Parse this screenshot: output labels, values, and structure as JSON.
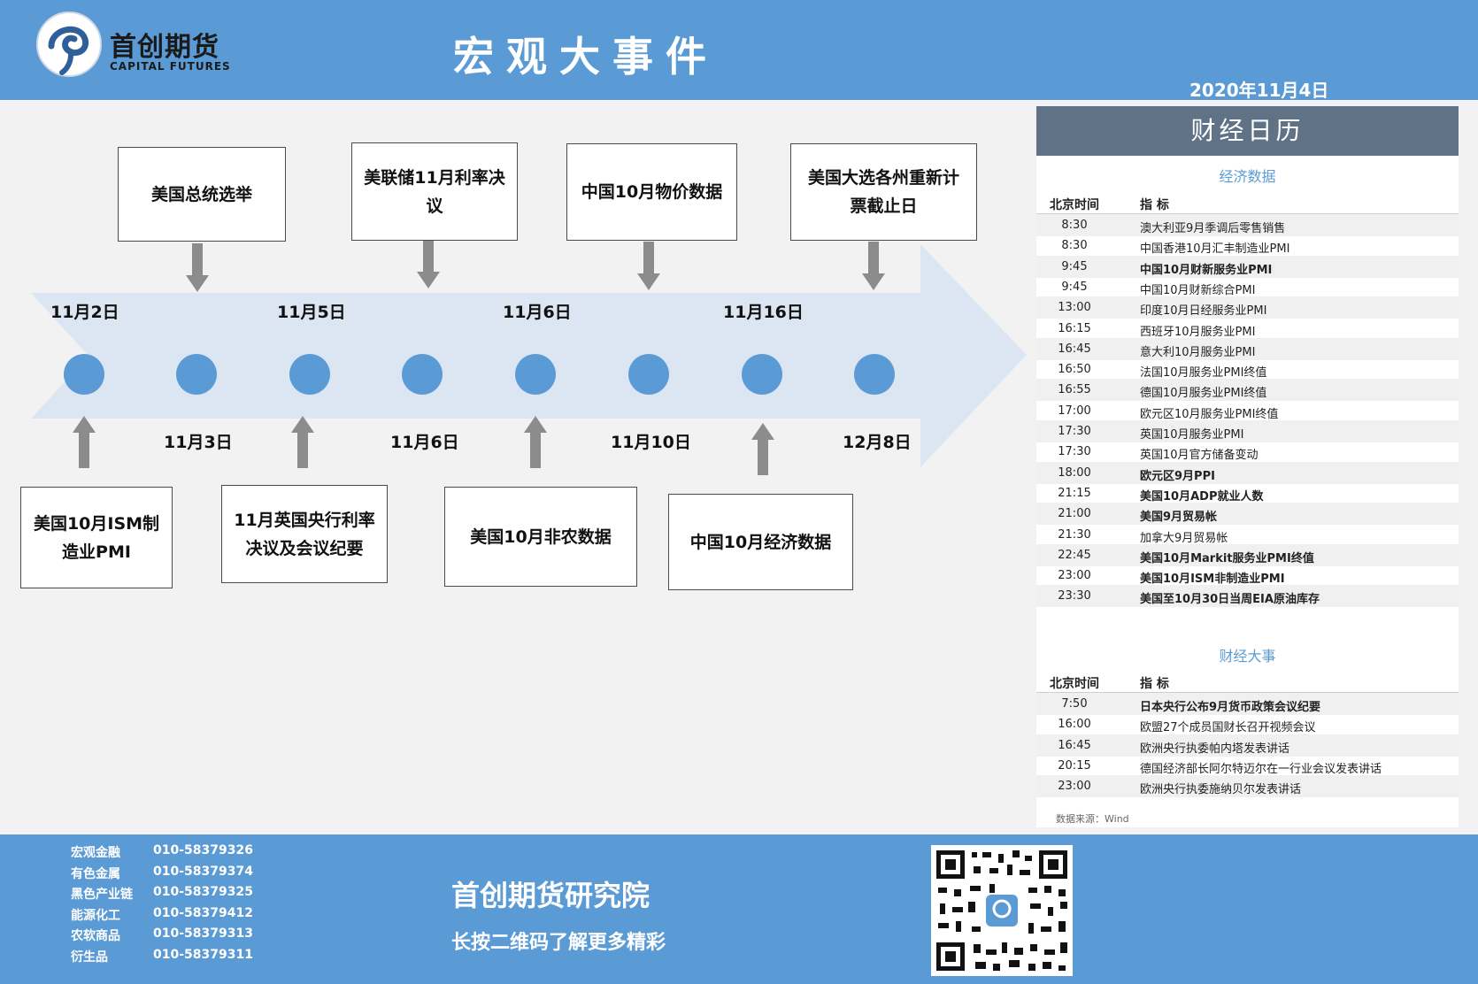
{
  "header": {
    "logo_cn": "首创期货",
    "logo_en": "CAPITAL FUTURES",
    "title": "宏观大事件",
    "date": "2020年11月4日"
  },
  "timeline": {
    "top_events": [
      {
        "label": "美国总统选举"
      },
      {
        "label": "美联储11月利率决议"
      },
      {
        "label": "中国10月物价数据"
      },
      {
        "label": "美国大选各州重新计票截止日"
      }
    ],
    "bottom_events": [
      {
        "label": "美国10月ISM制造业PMI"
      },
      {
        "label": "11月英国央行利率决议及会议纪要"
      },
      {
        "label": "美国10月非农数据"
      },
      {
        "label": "中国10月经济数据"
      }
    ],
    "top_dates": [
      "11月2日",
      "11月5日",
      "11月6日",
      "11月16日"
    ],
    "bottom_dates": [
      "11月3日",
      "11月6日",
      "11月10日",
      "12月8日"
    ]
  },
  "calendar": {
    "title": "财经日历",
    "economic_section": "经济数据",
    "events_section": "财经大事",
    "time_header": "北京时间",
    "indicator_header": "指  标",
    "economic_rows": [
      {
        "time": "8:30",
        "name": "澳大利亚9月季调后零售销售"
      },
      {
        "time": "8:30",
        "name": "中国香港10月汇丰制造业PMI"
      },
      {
        "time": "9:45",
        "name": "中国10月财新服务业PMI"
      },
      {
        "time": "9:45",
        "name": "中国10月财新综合PMI"
      },
      {
        "time": "13:00",
        "name": "印度10月日经服务业PMI"
      },
      {
        "time": "16:15",
        "name": "西班牙10月服务业PMI"
      },
      {
        "time": "16:45",
        "name": "意大利10月服务业PMI"
      },
      {
        "time": "16:50",
        "name": "法国10月服务业PMI终值"
      },
      {
        "time": "16:55",
        "name": "德国10月服务业PMI终值"
      },
      {
        "time": "17:00",
        "name": "欧元区10月服务业PMI终值"
      },
      {
        "time": "17:30",
        "name": "英国10月服务业PMI"
      },
      {
        "time": "17:30",
        "name": "英国10月官方储备变动"
      },
      {
        "time": "18:00",
        "name": "欧元区9月PPI"
      },
      {
        "time": "21:15",
        "name": "美国10月ADP就业人数"
      },
      {
        "time": "21:00",
        "name": "美国9月贸易帐"
      },
      {
        "time": "21:30",
        "name": "加拿大9月贸易帐"
      },
      {
        "time": "22:45",
        "name": "美国10月Markit服务业PMI终值"
      },
      {
        "time": "23:00",
        "name": "美国10月ISM非制造业PMI"
      },
      {
        "time": "23:30",
        "name": "美国至10月30日当周EIA原油库存"
      }
    ],
    "event_rows": [
      {
        "time": "7:50",
        "name": "日本央行公布9月货币政策会议纪要"
      },
      {
        "time": "16:00",
        "name": "欧盟27个成员国财长召开视频会议"
      },
      {
        "time": "16:45",
        "name": "欧洲央行执委帕内塔发表讲话"
      },
      {
        "time": "20:15",
        "name": "德国经济部长阿尔特迈尔在一行业会议发表讲话"
      },
      {
        "time": "23:00",
        "name": "欧洲央行执委施纳贝尔发表讲话"
      }
    ],
    "source": "数据来源：Wind"
  },
  "footer": {
    "contacts": [
      {
        "label": "宏观金融",
        "phone": "010-58379326"
      },
      {
        "label": "有色金属",
        "phone": "010-58379374"
      },
      {
        "label": "黑色产业链",
        "phone": "010-58379325"
      },
      {
        "label": "能源化工",
        "phone": "010-58379412"
      },
      {
        "label": "农软商品",
        "phone": "010-58379313"
      },
      {
        "label": "衍生品",
        "phone": "010-58379311"
      }
    ],
    "institute": "首创期货研究院",
    "slogan": "长按二维码了解更多精彩"
  },
  "colors": {
    "accent": "#5b9bd5",
    "calendar_header": "#5f7286",
    "arrow": "#dce6f2"
  }
}
